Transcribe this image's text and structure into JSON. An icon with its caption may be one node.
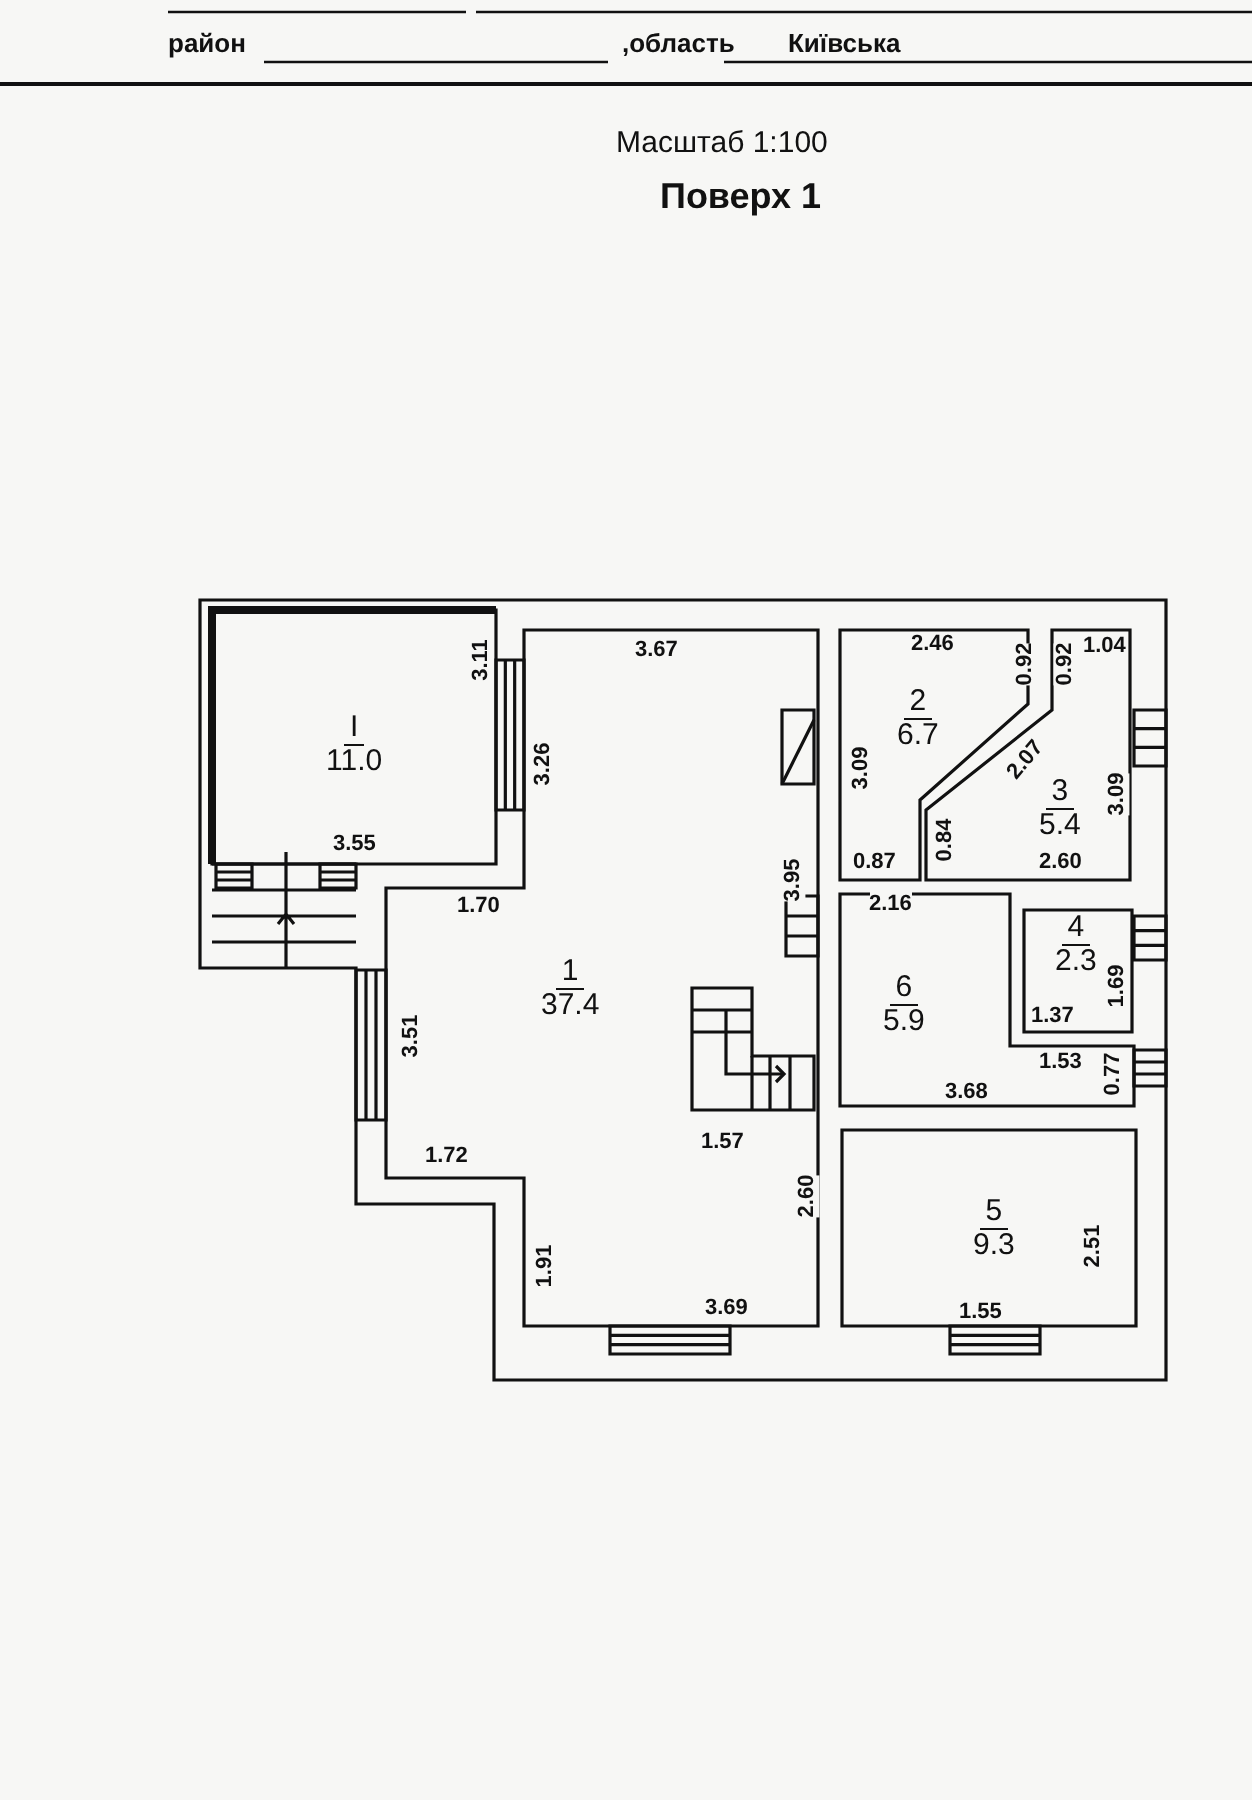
{
  "diagram": {
    "nodes": [
      {
        "text": [
          "I",
          "11.0"
        ]
      },
      {
        "text": [
          "1",
          "37.4"
        ]
      },
      {
        "text": [
          "2",
          "6.7"
        ]
      },
      {
        "text": [
          "3",
          "5.4"
        ]
      },
      {
        "text": [
          "4",
          "2.3"
        ]
      },
      {
        "text": [
          "6",
          "5.9"
        ]
      },
      {
        "text": [
          "5",
          "9.3"
        ]
      }
    ],
    "labels": [
      "район",
      ",область",
      "Київська",
      "Масштаб 1:100",
      "Поверх 1",
      "3.11",
      "3.67",
      "2.46",
      "0.92",
      "0.92",
      "1.04",
      "3.26",
      "3.09",
      "2.07",
      "3.09",
      "3.55",
      "0.87",
      "0.84",
      "2.60",
      "3.95",
      "1.70",
      "2.16",
      "1.69",
      "1.37",
      "3.51",
      "1.53",
      "0.77",
      "3.68",
      "1.57",
      "1.72",
      "2.60",
      "2.51",
      "1.91",
      "3.69",
      "1.55"
    ]
  }
}
